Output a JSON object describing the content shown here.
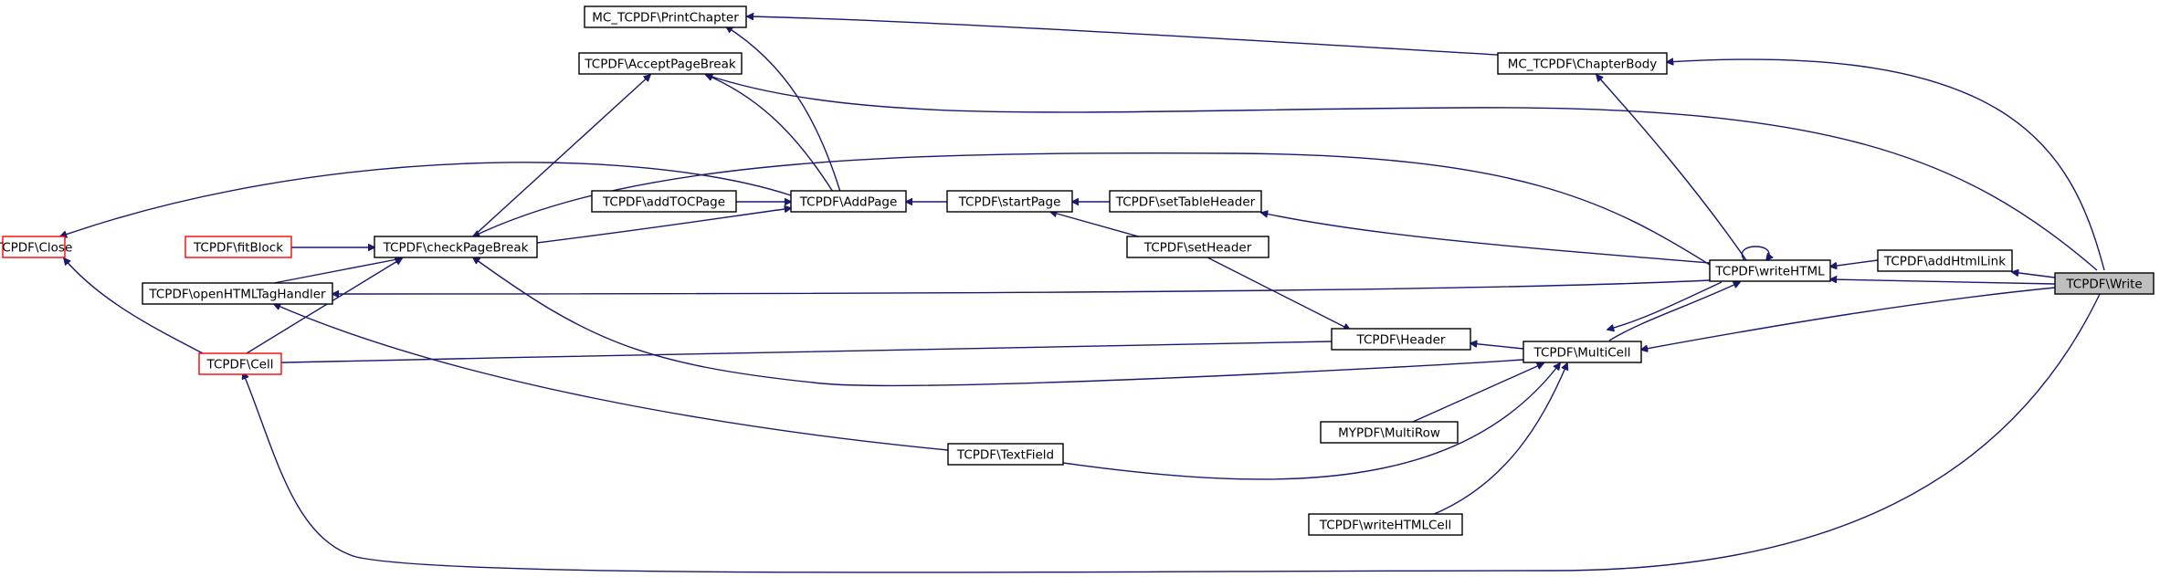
{
  "nodes": {
    "print_chapter": "MC_TCPDF\\PrintChapter",
    "accept_page_break": "TCPDF\\AcceptPageBreak",
    "chapter_body": "MC_TCPDF\\ChapterBody",
    "add_toc_page": "TCPDF\\addTOCPage",
    "add_page": "TCPDF\\AddPage",
    "start_page": "TCPDF\\startPage",
    "set_table_header": "TCPDF\\setTableHeader",
    "close": "TCPDF\\Close",
    "fit_block": "TCPDF\\fitBlock",
    "check_page_break": "TCPDF\\checkPageBreak",
    "set_header": "TCPDF\\setHeader",
    "write_html": "TCPDF\\writeHTML",
    "add_html_link": "TCPDF\\addHtmlLink",
    "write": "TCPDF\\Write",
    "open_html_tag_handler": "TCPDF\\openHTMLTagHandler",
    "header": "TCPDF\\Header",
    "multicell": "TCPDF\\MultiCell",
    "cell": "TCPDF\\Cell",
    "multirow": "MYPDF\\MultiRow",
    "text_field": "TCPDF\\TextField",
    "write_html_cell": "TCPDF\\writeHTMLCell"
  },
  "colors": {
    "edge": "#191970",
    "normal_border": "#000000",
    "external_border": "#ff0000",
    "highlight_fill": "#bfbfbf"
  }
}
